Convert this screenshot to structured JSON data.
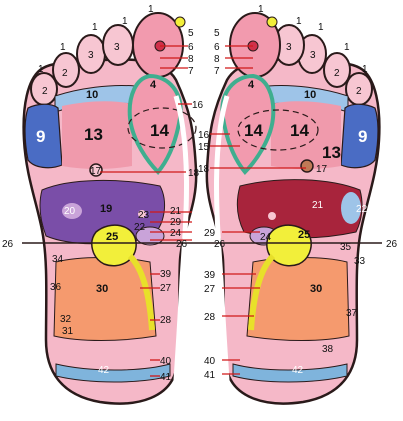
{
  "colors": {
    "sole": "#f5b8c8",
    "sole_outline": "#2a1a1a",
    "toe": "#f7c6d2",
    "head_zone": "#e8859a",
    "shoulder_band": "#9ec4e8",
    "lung_zone": "#f09aac",
    "side_zone": "#4a6cc4",
    "spine_ring": "#3fae8f",
    "liver_zone": "#7a4ea8",
    "heart_zone": "#a8243c",
    "stomach_zone": "#c9a3d9",
    "kidney_zone": "#f2ef3a",
    "bladder_line": "#e8e02a",
    "intestine_zone": "#f59a6e",
    "heel_band": "#7fb4dc",
    "leader_line": "#d01818"
  },
  "left_foot": {
    "toe_labels": [
      "2",
      "2",
      "3",
      "3",
      "1",
      "1",
      "1",
      "1",
      "1"
    ],
    "big_toe_labels": [
      "5",
      "6",
      "8",
      "7"
    ],
    "zone_labels": {
      "z4": "4",
      "z9": "9",
      "z10": "10",
      "z13": "13",
      "z14": "14",
      "z16": "16",
      "z17": "17",
      "z18": "18",
      "z19": "19",
      "z20": "20",
      "z21": "21",
      "z22": "22",
      "z23": "23",
      "z24": "24",
      "z25": "25",
      "z26a": "26",
      "z26b": "26",
      "z27": "27",
      "z28": "28",
      "z29": "29",
      "z30": "30",
      "z31": "31",
      "z32": "32",
      "z34": "34",
      "z36": "36",
      "z39": "39",
      "z40": "40",
      "z41": "41",
      "z42": "42"
    }
  },
  "right_foot": {
    "toe_labels": [
      "3",
      "3",
      "2",
      "2",
      "1",
      "1",
      "1",
      "1",
      "1"
    ],
    "big_toe_labels": [
      "5",
      "6",
      "8",
      "7"
    ],
    "zone_labels": {
      "z4": "4",
      "z9": "9",
      "z10": "10",
      "z13": "13",
      "z14a": "14",
      "z14b": "14",
      "z15": "15",
      "z16": "16",
      "z17": "17",
      "z18": "18",
      "z21": "21",
      "z22": "22",
      "z24": "24",
      "z25": "25",
      "z26a": "26",
      "z26b": "26",
      "z27": "27",
      "z28": "28",
      "z29": "29",
      "z30": "30",
      "z33": "33",
      "z35": "35",
      "z37": "37",
      "z38": "38",
      "z39": "39",
      "z40": "40",
      "z41": "41",
      "z42": "42"
    }
  }
}
